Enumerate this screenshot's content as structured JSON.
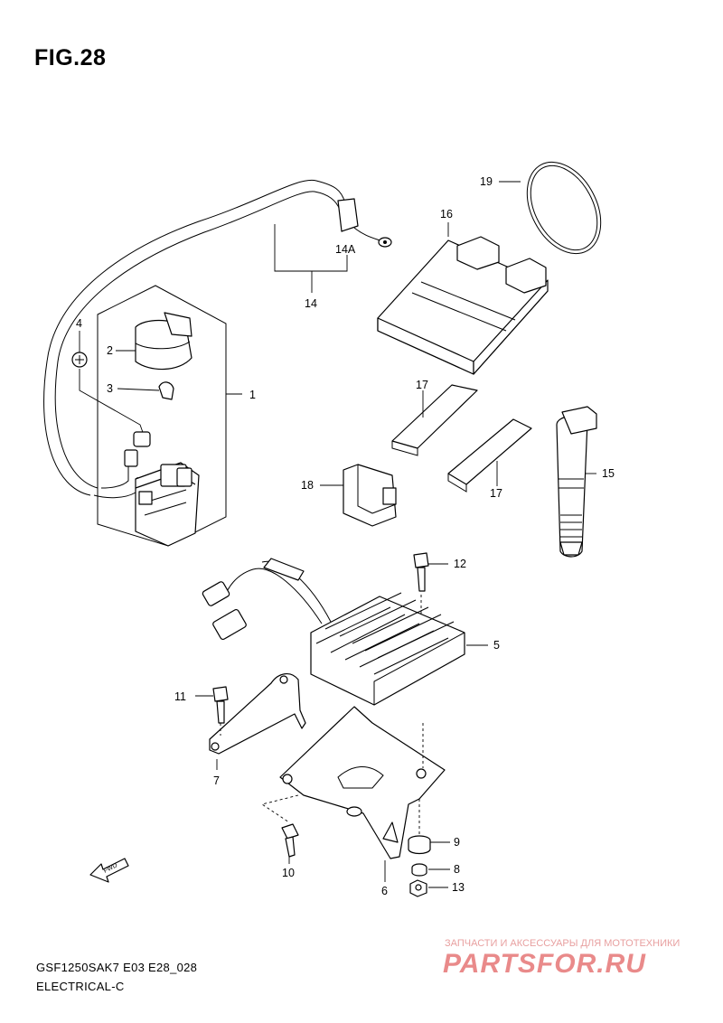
{
  "figure": {
    "title": "FIG.28"
  },
  "callouts": [
    {
      "id": "1",
      "text": "1"
    },
    {
      "id": "2",
      "text": "2"
    },
    {
      "id": "3",
      "text": "3"
    },
    {
      "id": "4",
      "text": "4"
    },
    {
      "id": "5",
      "text": "5"
    },
    {
      "id": "6",
      "text": "6"
    },
    {
      "id": "7",
      "text": "7"
    },
    {
      "id": "8",
      "text": "8"
    },
    {
      "id": "9",
      "text": "9"
    },
    {
      "id": "10",
      "text": "10"
    },
    {
      "id": "11",
      "text": "11"
    },
    {
      "id": "12",
      "text": "12"
    },
    {
      "id": "13",
      "text": "13"
    },
    {
      "id": "14",
      "text": "14"
    },
    {
      "id": "14a",
      "text": "14A"
    },
    {
      "id": "15",
      "text": "15"
    },
    {
      "id": "16",
      "text": "16"
    },
    {
      "id": "17a",
      "text": "17"
    },
    {
      "id": "17b",
      "text": "17"
    },
    {
      "id": "18",
      "text": "18"
    },
    {
      "id": "19",
      "text": "19"
    }
  ],
  "fwd_label": "FWD",
  "footer": {
    "code": "GSF1250SAK7 E03 E28_028",
    "section": "ELECTRICAL-C"
  },
  "watermark": {
    "tagline": "ЗАПЧАСТИ И АКСЕССУАРЫ ДЛЯ МОТОТЕХНИКИ",
    "logo": "PARTSFOR.RU"
  }
}
